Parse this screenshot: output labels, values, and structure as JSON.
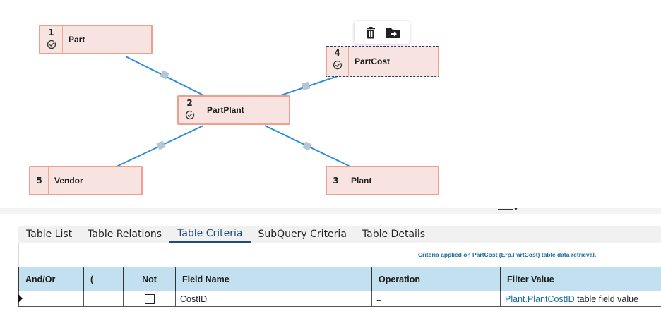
{
  "diagram": {
    "nodes": [
      {
        "id": "part",
        "number": "1",
        "title": "Part",
        "has_check": true
      },
      {
        "id": "partplant",
        "number": "2",
        "title": "PartPlant",
        "has_check": true
      },
      {
        "id": "partcost",
        "number": "4",
        "title": "PartCost",
        "has_check": true,
        "selected": true
      },
      {
        "id": "vendor",
        "number": "5",
        "title": "Vendor",
        "has_check": false
      },
      {
        "id": "plant",
        "number": "3",
        "title": "Plant",
        "has_check": false
      }
    ],
    "link_color": "#2b8fd6",
    "node_fill": "#f7e4e1",
    "node_border": "#f09f8f",
    "toolbar": {
      "delete_icon": "trash-icon",
      "move_icon": "folder-move-icon"
    }
  },
  "tabs": [
    {
      "label": "Table List",
      "active": false
    },
    {
      "label": "Table Relations",
      "active": false
    },
    {
      "label": "Table Criteria",
      "active": true
    },
    {
      "label": "SubQuery Criteria",
      "active": false
    },
    {
      "label": "Table Details",
      "active": false
    }
  ],
  "criteria_info": "Criteria applied on PartCost (Erp.PartCost) table data retrieval.",
  "grid": {
    "headers": [
      "And/Or",
      "(",
      "Not",
      "Field Name",
      "Operation",
      "Filter Value"
    ],
    "rows": [
      {
        "and_or": "",
        "paren": "",
        "not_checked": false,
        "field_name": "CostID",
        "operation": "=",
        "filter_link": "Plant.PlantCostID",
        "filter_suffix": " table field value"
      }
    ]
  },
  "colors": {
    "accent": "#1a4e82",
    "header_bg": "#c2e0ef",
    "link": "#1a6e9e"
  }
}
